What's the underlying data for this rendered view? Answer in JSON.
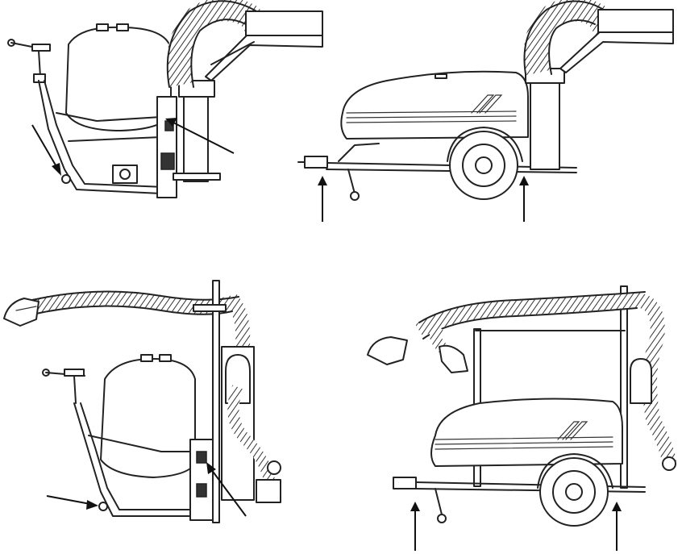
{
  "figure": {
    "panels": [
      {
        "id": "tank-hitch-side-stowed",
        "arrows": 2
      },
      {
        "id": "trailer-side-stowed",
        "arrows": 2
      },
      {
        "id": "tank-hitch-side-hose-extended",
        "arrows": 2
      },
      {
        "id": "trailer-side-hose-extended",
        "arrows": 2
      }
    ]
  },
  "colors": {
    "line": "#222222",
    "background": "#ffffff"
  }
}
